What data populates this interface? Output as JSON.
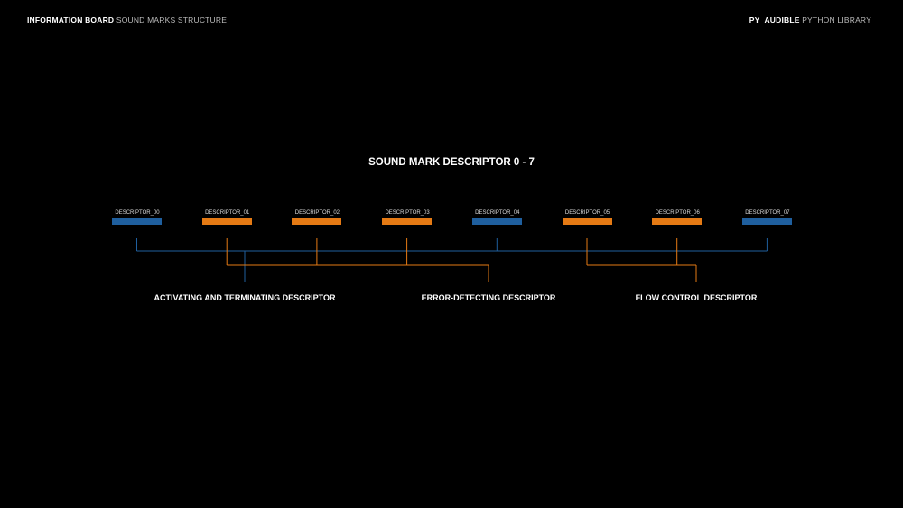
{
  "header": {
    "left_bold": "INFORMATION BOARD",
    "left_sub": "SOUND MARKS STRUCTURE",
    "right_bold": "PY_AUDIBLE",
    "right_sub": "PYTHON LIBRARY"
  },
  "title": "SOUND MARK DESCRIPTOR 0 - 7",
  "colors": {
    "blue": "#1f5f9e",
    "orange": "#e57a14"
  },
  "descriptors": [
    {
      "label": "DESCRIPTOR_00",
      "group": "blue"
    },
    {
      "label": "DESCRIPTOR_01",
      "group": "orange"
    },
    {
      "label": "DESCRIPTOR_02",
      "group": "orange"
    },
    {
      "label": "DESCRIPTOR_03",
      "group": "orange"
    },
    {
      "label": "DESCRIPTOR_04",
      "group": "blue"
    },
    {
      "label": "DESCRIPTOR_05",
      "group": "orange"
    },
    {
      "label": "DESCRIPTOR_06",
      "group": "orange"
    },
    {
      "label": "DESCRIPTOR_07",
      "group": "blue"
    }
  ],
  "groups": [
    {
      "label": "ACTIVATING AND TERMINATING DESCRIPTOR",
      "members": [
        0,
        4,
        7
      ]
    },
    {
      "label": "ERROR-DETECTING DESCRIPTOR",
      "members": [
        1,
        2,
        3
      ]
    },
    {
      "label": "FLOW CONTROL DESCRIPTOR",
      "members": [
        5,
        6
      ]
    }
  ]
}
